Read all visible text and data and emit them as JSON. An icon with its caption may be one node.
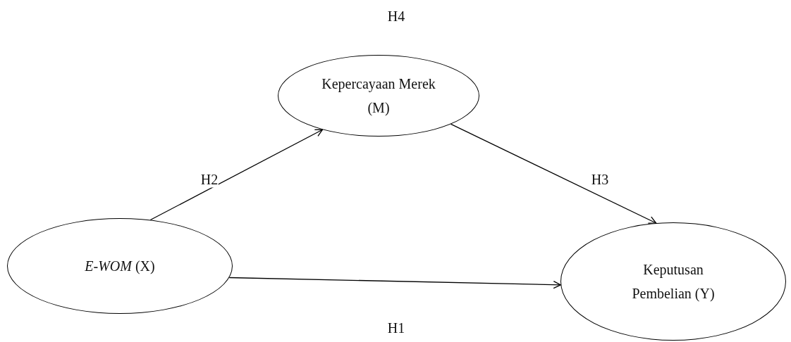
{
  "diagram": {
    "nodes": [
      {
        "text": [
          "Kepercayaan Merek (M)"
        ]
      },
      {
        "text": [
          "*E-WOM* (X)"
        ]
      },
      {
        "text": [
          "Keputusan Pembelian (Y)"
        ]
      }
    ],
    "edges": [
      {
        "from": 1,
        "to": 0,
        "arrow": "to",
        "label": "H2"
      },
      {
        "from": 0,
        "to": 2,
        "arrow": "to",
        "label": "H3"
      },
      {
        "from": 1,
        "to": 2,
        "arrow": "to"
      }
    ],
    "labels": [
      "H4",
      "H1"
    ]
  }
}
